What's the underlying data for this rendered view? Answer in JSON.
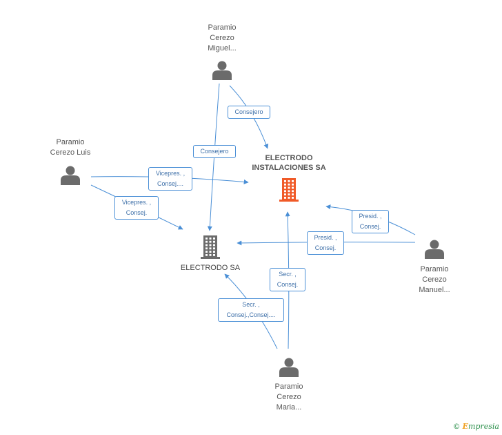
{
  "persons": [
    {
      "id": "miguel",
      "lines": [
        "Paramio",
        "Cerezo",
        "Miguel..."
      ]
    },
    {
      "id": "luis",
      "lines": [
        "Paramio",
        "Cerezo Luis"
      ]
    },
    {
      "id": "manuel",
      "lines": [
        "Paramio",
        "Cerezo",
        "Manuel..."
      ]
    },
    {
      "id": "maria",
      "lines": [
        "Paramio",
        "Cerezo",
        "Maria..."
      ]
    }
  ],
  "companies": [
    {
      "id": "electrodo-instalaciones",
      "lines": [
        "ELECTRODO",
        "INSTALACIONES SA"
      ],
      "color": "#f05a28",
      "main": true
    },
    {
      "id": "electrodo",
      "lines": [
        "ELECTRODO SA"
      ],
      "color": "#6b6b6b",
      "main": false
    }
  ],
  "relations": [
    {
      "from": "miguel",
      "to": "electrodo-instalaciones",
      "lines": [
        "Consejero"
      ]
    },
    {
      "from": "miguel",
      "to": "electrodo",
      "lines": [
        "Consejero"
      ]
    },
    {
      "from": "luis",
      "to": "electrodo-instalaciones",
      "lines": [
        "Vicepres. ,",
        "Consej...."
      ]
    },
    {
      "from": "luis",
      "to": "electrodo",
      "lines": [
        "Vicepres. ,",
        "Consej."
      ]
    },
    {
      "from": "manuel",
      "to": "electrodo-instalaciones",
      "lines": [
        "Presid. ,",
        "Consej."
      ]
    },
    {
      "from": "manuel",
      "to": "electrodo",
      "lines": [
        "Presid. ,",
        "Consej."
      ]
    },
    {
      "from": "maria",
      "to": "electrodo-instalaciones",
      "lines": [
        "Secr. ,",
        "Consej."
      ]
    },
    {
      "from": "maria",
      "to": "electrodo",
      "lines": [
        "Secr. ,",
        "Consej.,Consej...."
      ]
    }
  ],
  "colors": {
    "edge": "#4a8fd6",
    "person": "#6b6b6b"
  },
  "brand": {
    "copyright": "©",
    "initial": "E",
    "rest": "mpresia"
  }
}
